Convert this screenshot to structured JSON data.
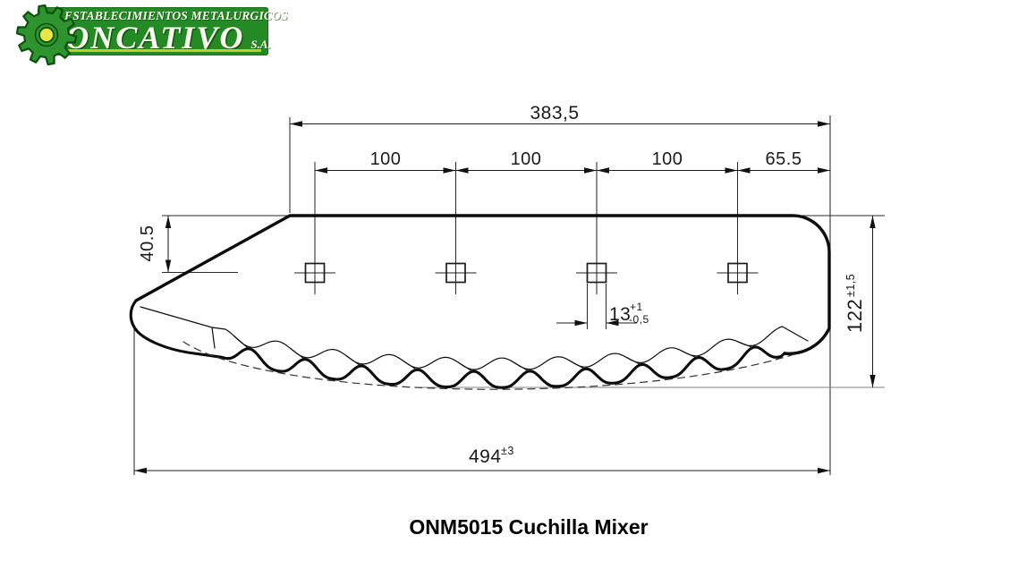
{
  "logo": {
    "line1": "ESTABLECIMIENTOS METALURGICOS",
    "name": "ONCATIVO",
    "suffix": "S.A.",
    "colors": {
      "green": "#248a26",
      "dark_green": "#0b520b",
      "yellow_hub": "#e8e545",
      "underline": "#bdd02a"
    }
  },
  "title": "ONM5015 Cuchilla Mixer",
  "dimensions": {
    "overall_top": "383,5",
    "hole_spacing_1": "100",
    "hole_spacing_2": "100",
    "hole_spacing_3": "100",
    "edge_offset": "65.5",
    "tip_drop": "40.5",
    "hole_size": "13",
    "hole_size_tol_plus": "+1",
    "hole_size_tol_minus": "-0,5",
    "height": "122",
    "height_tol": "±1,5",
    "overall_length": "494",
    "overall_length_tol": "±3"
  }
}
